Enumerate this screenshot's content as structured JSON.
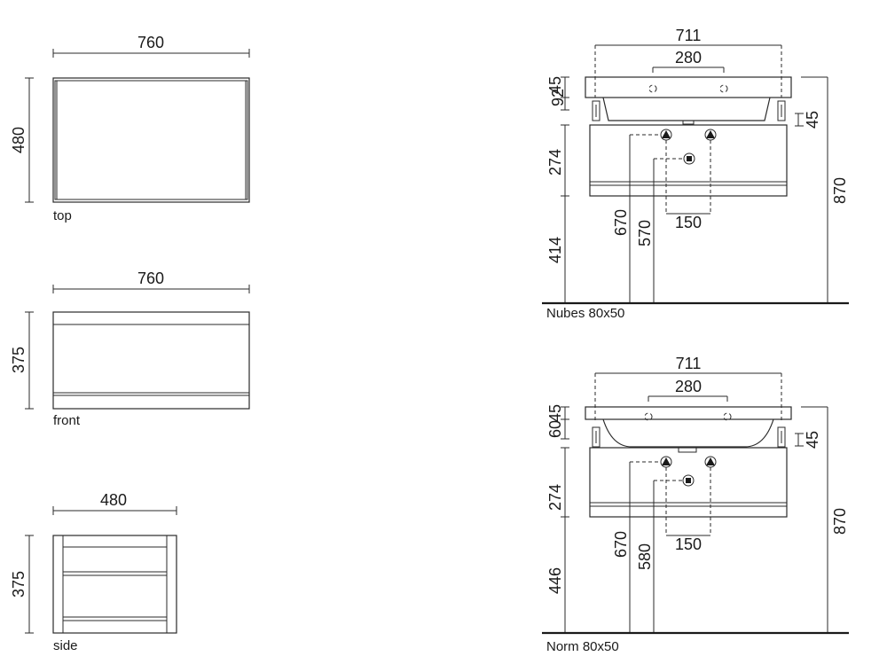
{
  "views": {
    "top": {
      "caption": "top",
      "width": "760",
      "depth": "480"
    },
    "front": {
      "caption": "front",
      "width": "760",
      "height": "375"
    },
    "side": {
      "caption": "side",
      "width": "480",
      "height": "375"
    }
  },
  "nubes": {
    "caption": "Nubes 80x50",
    "basin_width": "711",
    "tap_spacing": "280",
    "rim_thickness": "45",
    "basin_depth": "92",
    "bracket": "45",
    "cabinet_height": "274",
    "floor_to_cabinet": "414",
    "supply_height": "670",
    "waste_height": "570",
    "supply_spacing": "150",
    "total_height": "870"
  },
  "norm": {
    "caption": "Norm 80x50",
    "basin_width": "711",
    "tap_spacing": "280",
    "rim_thickness": "45",
    "basin_depth": "60",
    "bracket": "45",
    "cabinet_height": "274",
    "floor_to_cabinet": "446",
    "supply_height": "670",
    "waste_height": "580",
    "supply_spacing": "150",
    "total_height": "870"
  }
}
